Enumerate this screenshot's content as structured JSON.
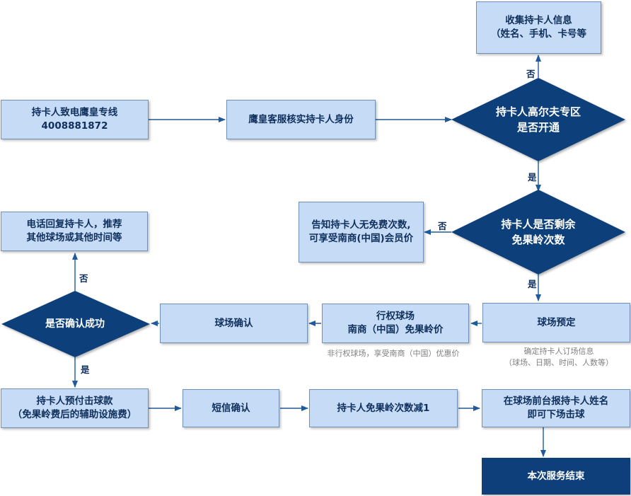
{
  "nodes": {
    "collect_info": [
      "收集持卡人信息",
      "（姓名、手机、卡号等"
    ],
    "call_hotline": [
      "持卡人致电鹰皇专线",
      "4008881872"
    ],
    "verify_identity": [
      "鹰皇客服核实持卡人身份"
    ],
    "golf_zone_opened": [
      "持卡人高尔夫专区",
      "是否开通"
    ],
    "free_rounds_left": [
      "持卡人是否剩余",
      "免果岭次数"
    ],
    "no_free_rounds": [
      "告知持卡人无免费次数,",
      "可享受南商(中国)会员价"
    ],
    "callback_recommend": [
      "电话回复持卡人，推荐",
      "其他球场或其他时间等"
    ],
    "confirm_success": [
      "是否确认成功"
    ],
    "course_confirm": [
      "球场确认"
    ],
    "member_course": [
      "行权球场",
      "南商（中国）免果岭价"
    ],
    "course_booking": [
      "球场预定"
    ],
    "prepay_fee": [
      "持卡人预付击球款",
      "（免果岭费后的辅助设施费）"
    ],
    "sms_confirm": [
      "短信确认"
    ],
    "deduct_rounds": [
      "持卡人免果岭次数减1"
    ],
    "checkin_frontdesk": [
      "在球场前台报持卡人姓名",
      "即可下场击球"
    ],
    "service_end": [
      "本次服务结束"
    ]
  },
  "labels": {
    "no": "否",
    "yes": "是"
  },
  "notes": {
    "non_member_course": "非行权球场，享受南商（中国）优惠价",
    "booking_info": [
      "确定持卡人订场信息",
      "（球场、日期、时间、人数等）"
    ]
  },
  "colors": {
    "box_fill": "#c6dcf6",
    "box_border": "#6f8fb5",
    "diamond_fill": "#0f3f7a",
    "end_fill": "#0f3f7a",
    "arrow": "#1e5a9c",
    "text_dark": "#0f2f5c",
    "note_text": "#808080"
  }
}
